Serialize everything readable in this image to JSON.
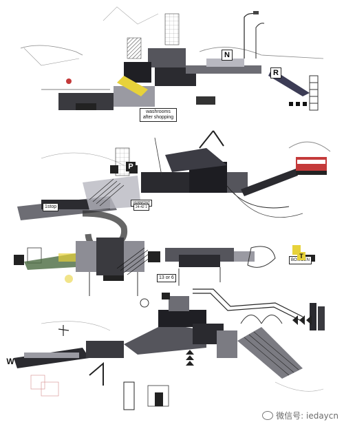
{
  "labels": {
    "top_sign": "washrooms after shopping",
    "mid_left_sign": "1stop",
    "mid_center_plate": "VERMONT",
    "mid_center_plate2": "24-42 1",
    "level3_plate": "13 or 6",
    "level3_right": "BOWDEN",
    "n_sign": "N",
    "r_sign": "R",
    "p_sign": "P",
    "t_sign": "T",
    "w_sign": "W"
  },
  "watermark": {
    "text": "微信号: iedaycn"
  },
  "colors": {
    "ink": "#1b1b1b",
    "dark_block": "#2a2a2f",
    "mid_grey": "#7b7b82",
    "light_grey": "#c9c9cf",
    "accent_yellow": "#e7d23a",
    "accent_red": "#c43a3a",
    "paper": "#ffffff"
  }
}
